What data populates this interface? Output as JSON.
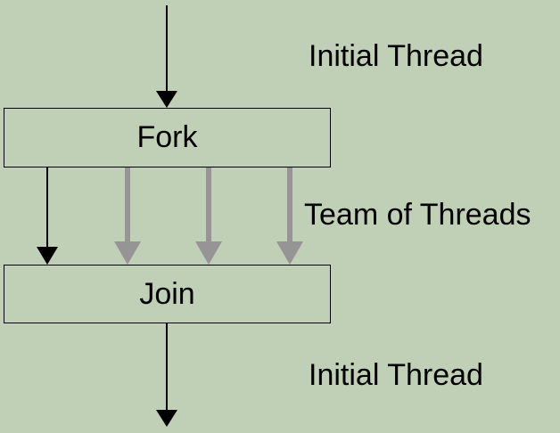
{
  "diagram": {
    "fork_label": "Fork",
    "join_label": "Join",
    "initial_thread_top": "Initial Thread",
    "team_label": "Team of Threads",
    "initial_thread_bottom": "Initial Thread",
    "team_thread_count": 4
  },
  "colors": {
    "background": "#c0d0b6",
    "main_thread": "#000000",
    "team_thread": "#959595"
  }
}
